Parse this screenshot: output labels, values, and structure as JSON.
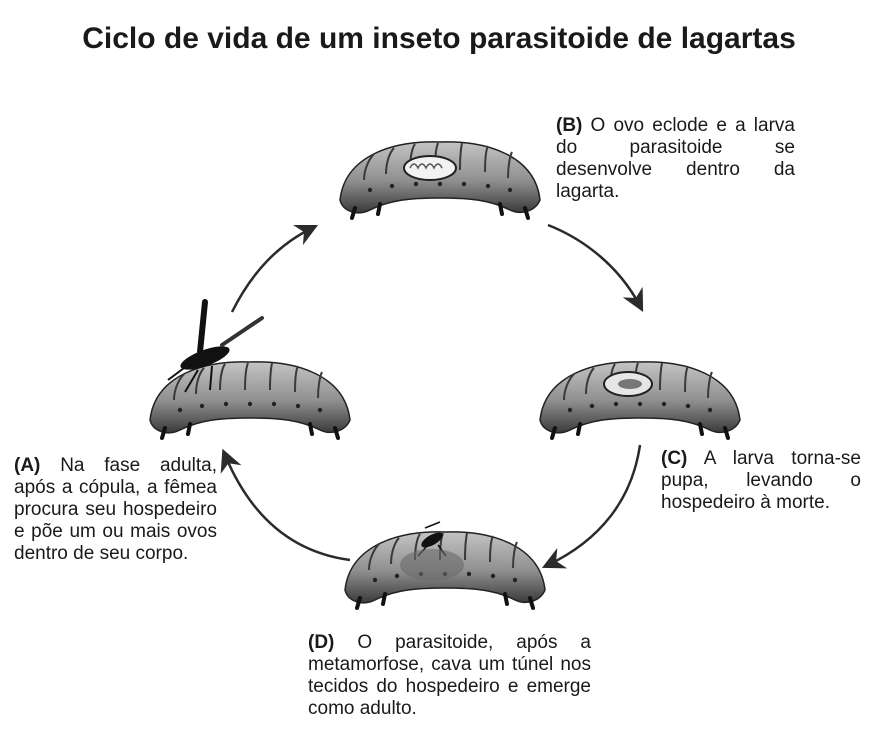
{
  "title": "Ciclo de vida de um inseto parasitoide de lagartas",
  "stages": {
    "a": {
      "label": "(A)",
      "text": "Na fase adulta, após a cópula, a fêmea procura seu hospedeiro e põe um ou mais ovos dentro de seu corpo."
    },
    "b": {
      "label": "(B)",
      "text": "O ovo eclode e a larva do parasitoide se desenvolve dentro da lagarta."
    },
    "c": {
      "label": "(C)",
      "text": "A larva torna-se pupa, levando o hospedeiro à morte."
    },
    "d": {
      "label": "(D)",
      "text": "O parasitoide, após a metamorfose, cava um túnel nos tecidos do hospedeiro e emerge como adulto."
    }
  },
  "colors": {
    "body": "#9c9c9c",
    "dark": "#2a2a2a",
    "arrow": "#2b2b2b"
  },
  "icons": [
    "caterpillar-icon",
    "wasp-icon",
    "larva-icon",
    "pupa-icon",
    "cycle-arrow-icon"
  ]
}
